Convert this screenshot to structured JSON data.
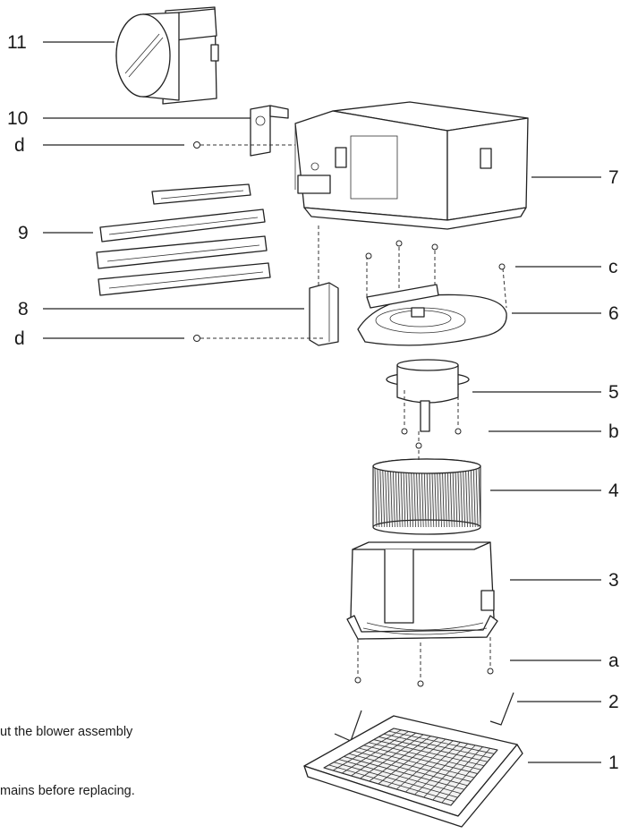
{
  "callouts": [
    {
      "id": "11",
      "text": "11"
    },
    {
      "id": "10",
      "text": "10"
    },
    {
      "id": "d_top",
      "text": "d"
    },
    {
      "id": "7",
      "text": "7"
    },
    {
      "id": "9",
      "text": "9"
    },
    {
      "id": "c",
      "text": "c"
    },
    {
      "id": "8",
      "text": "8"
    },
    {
      "id": "6",
      "text": "6"
    },
    {
      "id": "d_bottom",
      "text": "d"
    },
    {
      "id": "5",
      "text": "5"
    },
    {
      "id": "b",
      "text": "b"
    },
    {
      "id": "4",
      "text": "4"
    },
    {
      "id": "3",
      "text": "3"
    },
    {
      "id": "a",
      "text": "a"
    },
    {
      "id": "2",
      "text": "2"
    },
    {
      "id": "1",
      "text": "1"
    }
  ],
  "notes": {
    "line1": "ut the blower assembly",
    "line2": "mains before replacing."
  }
}
